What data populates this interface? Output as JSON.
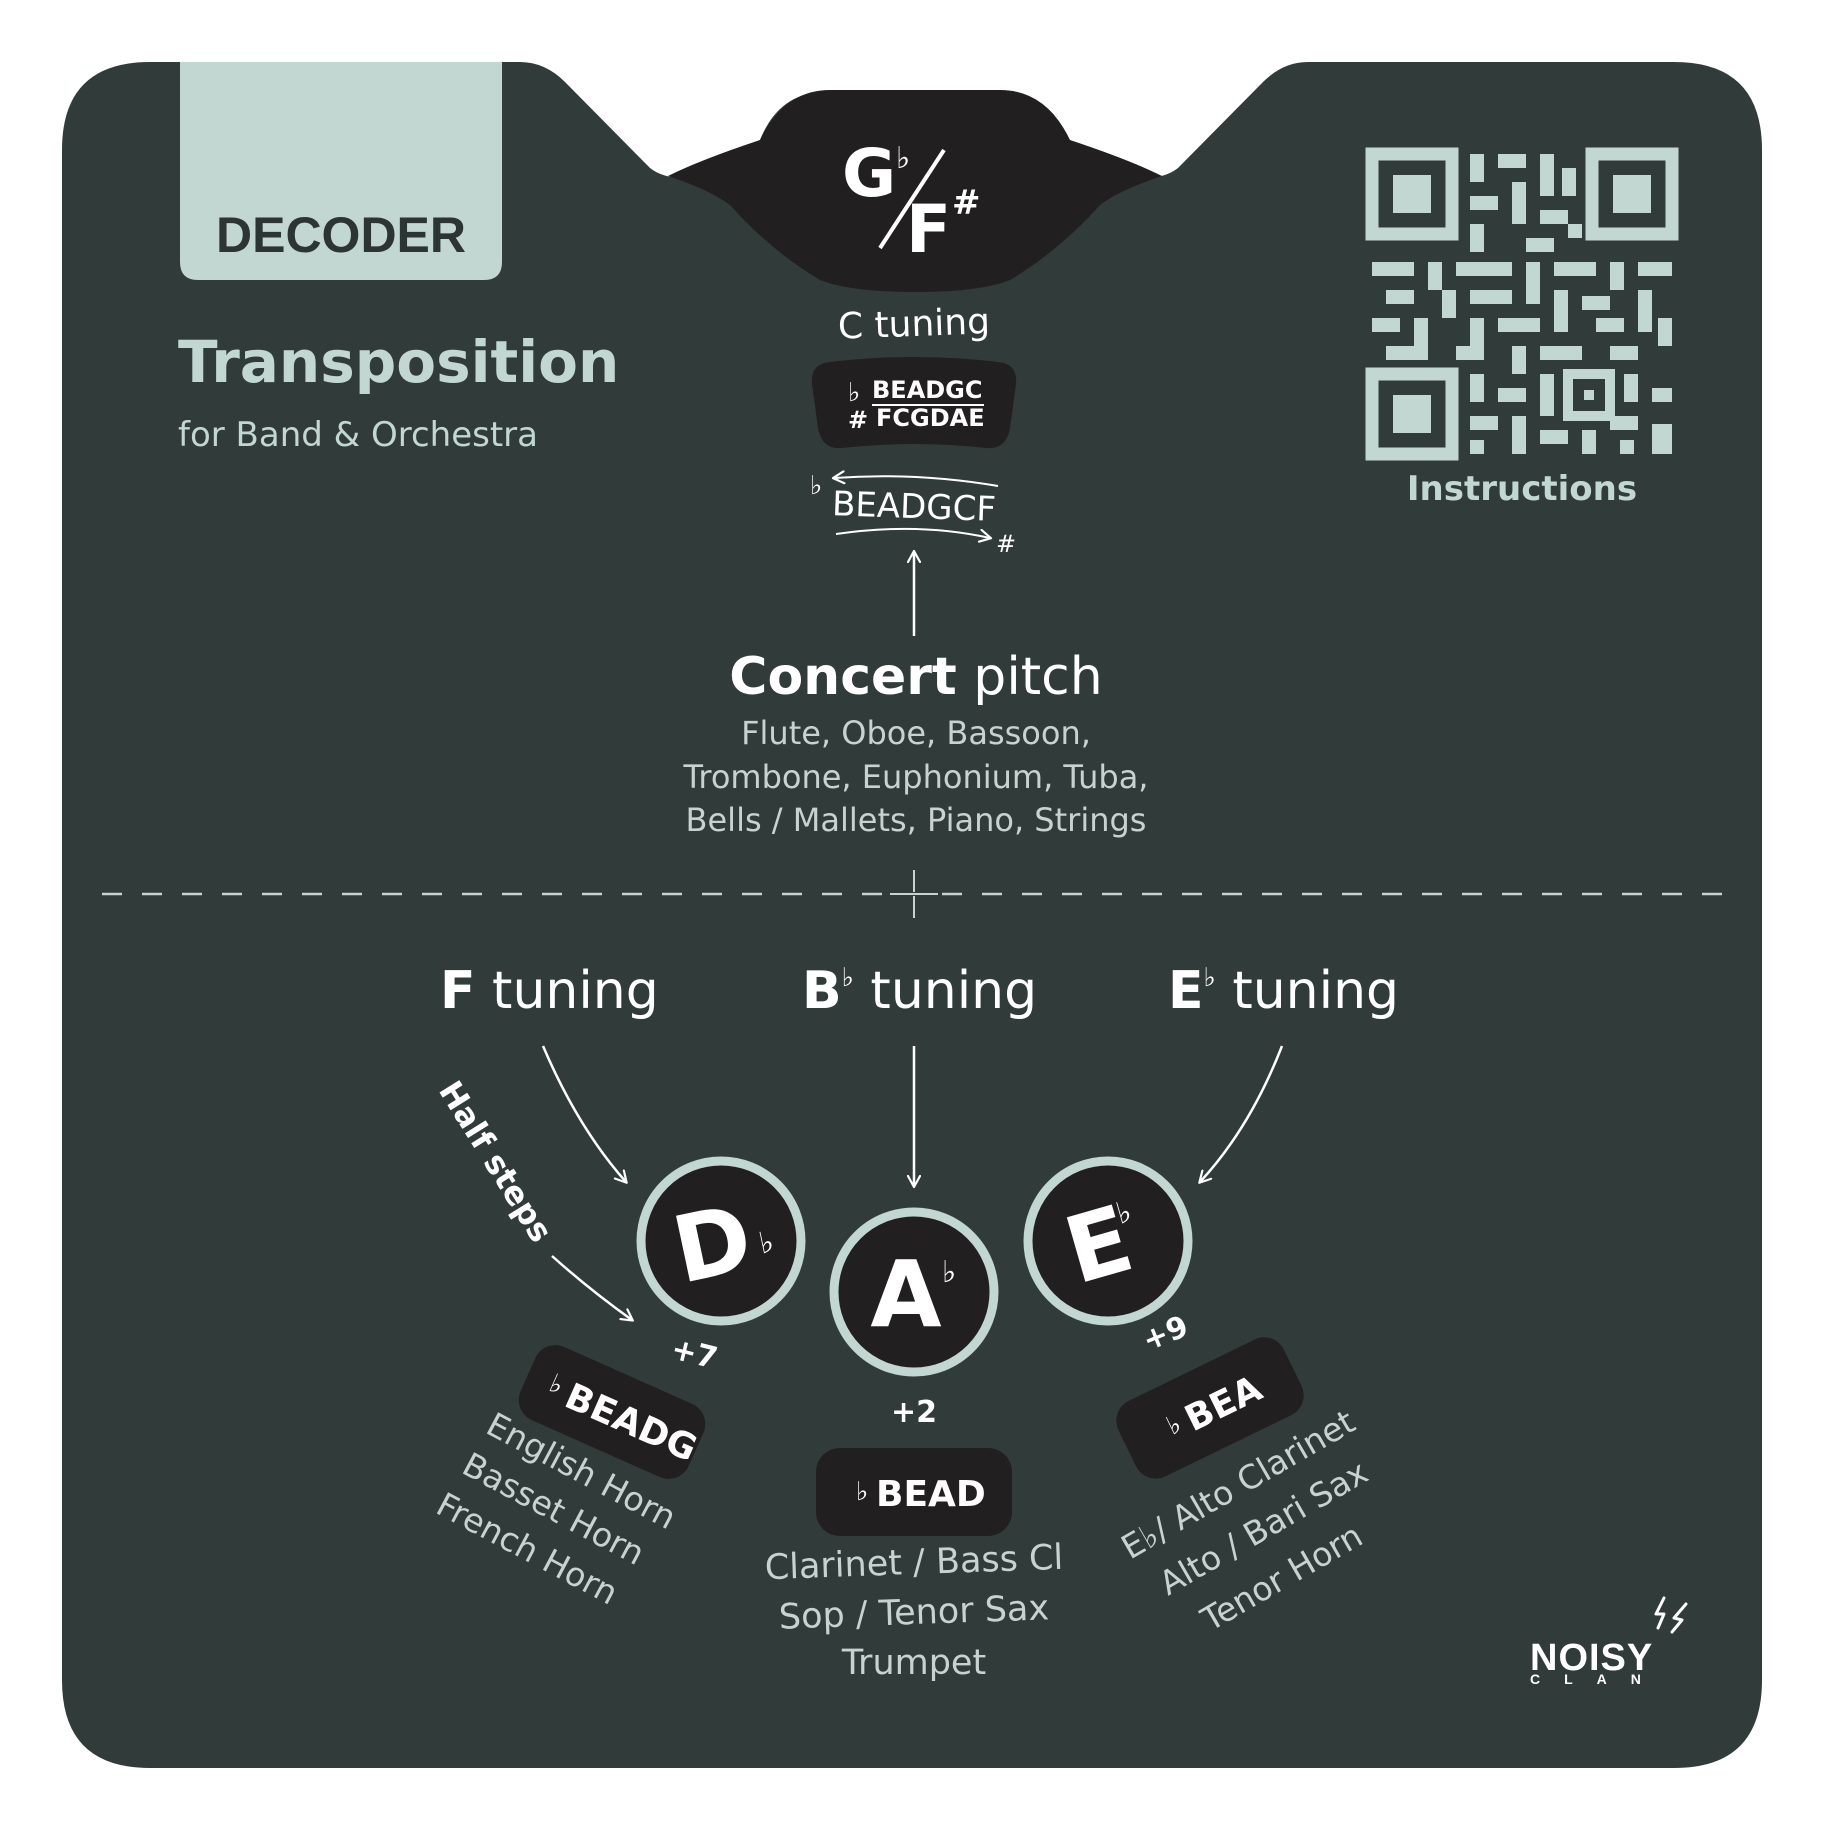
{
  "colors": {
    "card": "#313b3a",
    "dark": "#221f20",
    "light": "#c2d7d2",
    "white": "#ffffff",
    "text_soft": "#c8d2cf"
  },
  "tab": {
    "label": "DECODER"
  },
  "header": {
    "title": "Transposition",
    "subtitle": "for Band & Orchestra"
  },
  "qr": {
    "label": "Instructions"
  },
  "top_key": {
    "top": "G",
    "top_acc": "♭",
    "bottom": "F",
    "bottom_acc": "#"
  },
  "c_tuning": {
    "label": "C tuning",
    "flat_sym": "♭",
    "flat_keys": "BEADGC",
    "sharp_sym": "#",
    "sharp_keys": "FCGDAE"
  },
  "circle_of_fifths": {
    "letters": "BEADGCF",
    "flat_sym": "♭",
    "sharp_sym": "#"
  },
  "concert": {
    "title_bold": "Concert",
    "title_rest": " pitch",
    "lines": [
      "Flute, Oboe, Bassoon,",
      "Trombone, Euphonium, Tuba,",
      "Bells / Mallets, Piano, Strings"
    ]
  },
  "tunings": [
    {
      "label_letter": "F",
      "label_acc": "",
      "label_rest": " tuning",
      "key_letter": "D",
      "key_acc": "♭",
      "steps": "+7",
      "chip_sym": "♭",
      "chip_keys": "BEADG",
      "instruments": [
        "English Horn",
        "Basset Horn",
        "French Horn"
      ]
    },
    {
      "label_letter": "B",
      "label_acc": "♭",
      "label_rest": " tuning",
      "key_letter": "A",
      "key_acc": "♭",
      "steps": "+2",
      "chip_sym": "♭",
      "chip_keys": "BEAD",
      "instruments": [
        "Clarinet / Bass Cl",
        "Sop / Tenor Sax",
        "Trumpet"
      ]
    },
    {
      "label_letter": "E",
      "label_acc": "♭",
      "label_rest": " tuning",
      "key_letter": "E",
      "key_acc": "♭",
      "steps": "+9",
      "chip_sym": "♭",
      "chip_keys": "BEA",
      "instruments": [
        "E♭/ Alto Clarinet",
        "Alto / Bari Sax",
        "Tenor Horn"
      ]
    }
  ],
  "half_steps_label": "Half steps",
  "brand": {
    "line1": "NOISY",
    "line2": "CLAN"
  }
}
